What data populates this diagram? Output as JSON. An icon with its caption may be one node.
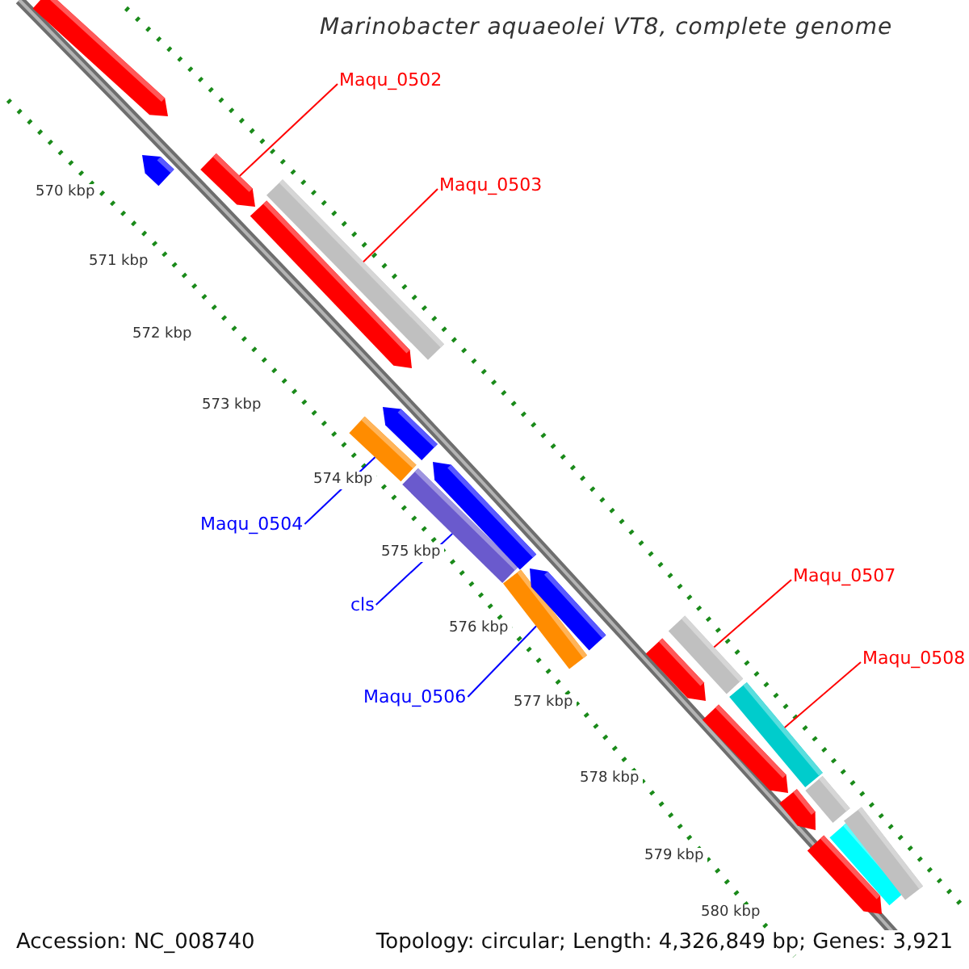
{
  "diagram": {
    "title": "Marinobacter aquaeolei VT8, complete genome",
    "nodes": [
      {
        "text": [
          "Maqu_0502"
        ]
      },
      {
        "text": [],
        "shape": "arrow"
      },
      {
        "text": [
          "Maqu_0503"
        ]
      },
      {
        "text": [],
        "shape": "bar"
      },
      {
        "text": [
          "Maqu_0504"
        ]
      },
      {
        "text": [],
        "shape": "bar"
      },
      {
        "text": [
          "cls"
        ]
      },
      {
        "text": [],
        "shape": "bar"
      },
      {
        "text": [
          "Maqu_0506"
        ]
      },
      {
        "text": [],
        "shape": "bar"
      },
      {
        "text": [
          "Maqu_0507"
        ]
      },
      {
        "text": [],
        "shape": "bar"
      },
      {
        "text": [
          "Maqu_0508"
        ]
      },
      {
        "text": [],
        "shape": "bar"
      },
      {
        "text": [],
        "shape": "arrow"
      },
      {
        "text": [],
        "shape": "arrow"
      },
      {
        "text": [],
        "shape": "arrow"
      },
      {
        "text": [],
        "shape": "arrow"
      },
      {
        "text": [],
        "shape": "arrow"
      },
      {
        "text": [],
        "shape": "arrow"
      },
      {
        "text": [],
        "shape": "arrow"
      },
      {
        "text": [],
        "shape": "arrow"
      },
      {
        "text": [],
        "shape": "arrow"
      },
      {
        "text": [],
        "shape": "bar"
      },
      {
        "text": [],
        "shape": "arrow"
      },
      {
        "text": [],
        "shape": "bar"
      },
      {
        "text": [],
        "shape": "bar"
      }
    ],
    "edges": [
      {
        "from": 0,
        "to": 1,
        "arrow": "none"
      },
      {
        "from": 2,
        "to": 3,
        "arrow": "none"
      },
      {
        "from": 4,
        "to": 5,
        "arrow": "none",
        "color": "#0000ff"
      },
      {
        "from": 6,
        "to": 7,
        "arrow": "none",
        "color": "#0000ff"
      },
      {
        "from": 8,
        "to": 9,
        "arrow": "none",
        "color": "#0000ff"
      },
      {
        "from": 10,
        "to": 11,
        "arrow": "none"
      },
      {
        "from": 12,
        "to": 13,
        "arrow": "none"
      }
    ],
    "labels": [
      "570 kbp",
      "571 kbp",
      "572 kbp",
      "573 kbp",
      "574 kbp",
      "575 kbp",
      "576 kbp",
      "577 kbp",
      "578 kbp",
      "579 kbp",
      "580 kbp",
      "Accession: NC_008740",
      "Topology: circular; Length: 4,326,849 bp; Genes: 3,921"
    ]
  }
}
